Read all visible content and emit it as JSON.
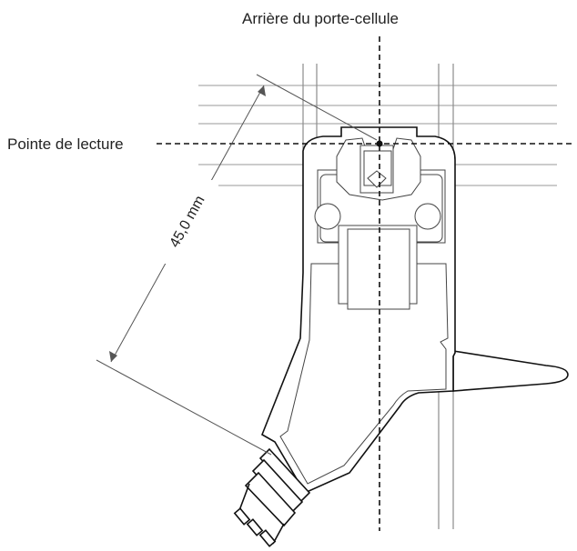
{
  "diagram": {
    "top_label": "Arrière du porte-cellule",
    "side_label": "Pointe de lecture",
    "dimension_label": "45,0 mm"
  },
  "colors": {
    "line": "#111111",
    "grid": "#9a9a9a",
    "dimension": "#555555",
    "text": "#222222"
  }
}
